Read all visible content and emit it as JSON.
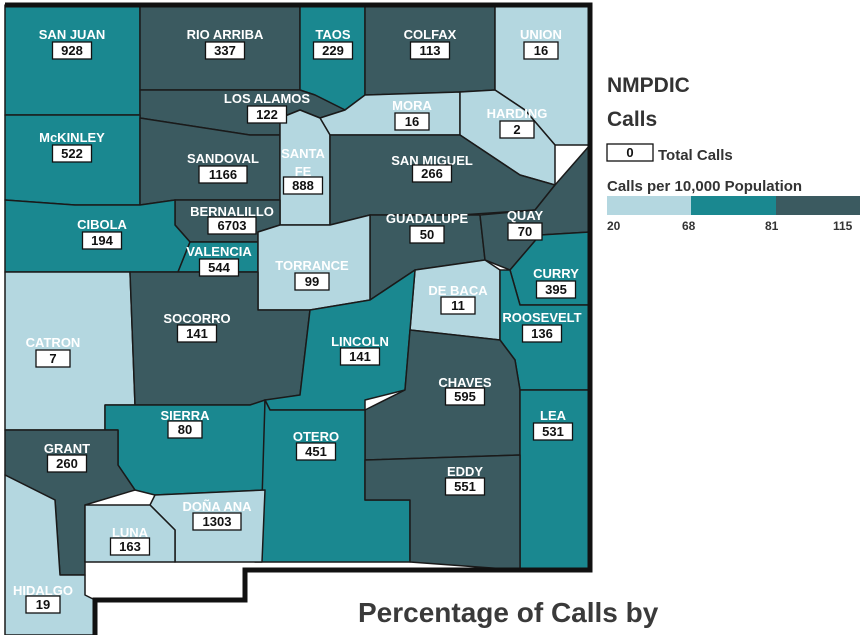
{
  "colors": {
    "low": "#b4d7e0",
    "mid": "#1a8890",
    "high": "#3b5a60",
    "label_text": "#ffffff",
    "border": "#1a1a1a"
  },
  "legend": {
    "title_line1": "NMPDIC",
    "title_line2": "Calls",
    "sample_value": "0",
    "total_calls_label": "Total Calls",
    "rate_label": "Calls per 10,000 Population",
    "ticks": [
      "20",
      "68",
      "81",
      "115"
    ]
  },
  "bottom_title": "Percentage of Calls by",
  "counties": [
    {
      "name": "SAN JUAN",
      "value": "928",
      "tier": "mid"
    },
    {
      "name": "RIO ARRIBA",
      "value": "337",
      "tier": "high"
    },
    {
      "name": "TAOS",
      "value": "229",
      "tier": "mid"
    },
    {
      "name": "COLFAX",
      "value": "113",
      "tier": "high"
    },
    {
      "name": "UNION",
      "value": "16",
      "tier": "low"
    },
    {
      "name": "LOS ALAMOS",
      "value": "122",
      "tier": "high"
    },
    {
      "name": "MORA",
      "value": "16",
      "tier": "low"
    },
    {
      "name": "HARDING",
      "value": "2",
      "tier": "low"
    },
    {
      "name": "McKINLEY",
      "value": "522",
      "tier": "mid"
    },
    {
      "name": "SANDOVAL",
      "value": "1166",
      "tier": "high"
    },
    {
      "name": "SANTA FE",
      "value": "888",
      "tier": "low"
    },
    {
      "name": "SAN MIGUEL",
      "value": "266",
      "tier": "high"
    },
    {
      "name": "BERNALILLO",
      "value": "6703",
      "tier": "high"
    },
    {
      "name": "CIBOLA",
      "value": "194",
      "tier": "mid"
    },
    {
      "name": "GUADALUPE",
      "value": "50",
      "tier": "high"
    },
    {
      "name": "QUAY",
      "value": "70",
      "tier": "high"
    },
    {
      "name": "VALENCIA",
      "value": "544",
      "tier": "mid"
    },
    {
      "name": "TORRANCE",
      "value": "99",
      "tier": "low"
    },
    {
      "name": "CURRY",
      "value": "395",
      "tier": "mid"
    },
    {
      "name": "DE BACA",
      "value": "11",
      "tier": "low"
    },
    {
      "name": "CATRON",
      "value": "7",
      "tier": "low"
    },
    {
      "name": "SOCORRO",
      "value": "141",
      "tier": "high"
    },
    {
      "name": "ROOSEVELT",
      "value": "136",
      "tier": "mid"
    },
    {
      "name": "LINCOLN",
      "value": "141",
      "tier": "mid"
    },
    {
      "name": "CHAVES",
      "value": "595",
      "tier": "high"
    },
    {
      "name": "SIERRA",
      "value": "80",
      "tier": "mid"
    },
    {
      "name": "LEA",
      "value": "531",
      "tier": "mid"
    },
    {
      "name": "GRANT",
      "value": "260",
      "tier": "high"
    },
    {
      "name": "OTERO",
      "value": "451",
      "tier": "mid"
    },
    {
      "name": "EDDY",
      "value": "551",
      "tier": "high"
    },
    {
      "name": "DOÑA ANA",
      "value": "1303",
      "tier": "low"
    },
    {
      "name": "LUNA",
      "value": "163",
      "tier": "low"
    },
    {
      "name": "HIDALGO",
      "value": "19",
      "tier": "low"
    }
  ]
}
